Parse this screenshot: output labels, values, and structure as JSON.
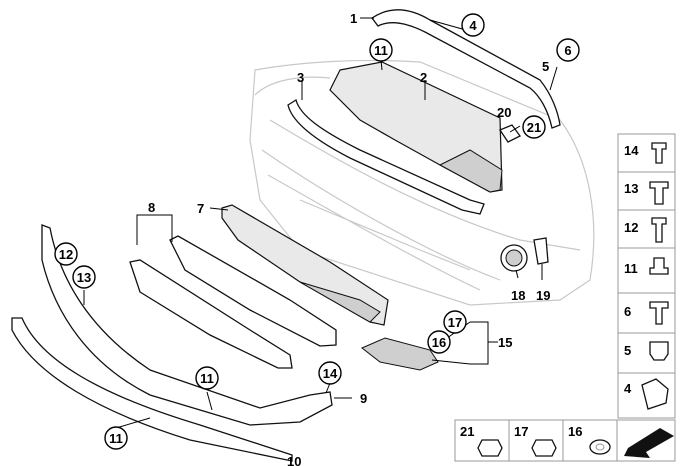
{
  "diagram": {
    "callouts": {
      "c1": "1",
      "c2": "2",
      "c3": "3",
      "c4": "4",
      "c5": "5",
      "c6": "6",
      "c7": "7",
      "c8": "8",
      "c9": "9",
      "c10": "10",
      "c11a": "11",
      "c11b": "11",
      "c11c": "11",
      "c12": "12",
      "c13": "13",
      "c14": "14",
      "c15": "15",
      "c16": "16",
      "c17": "17",
      "c18": "18",
      "c19": "19",
      "c20": "20",
      "c21": "21"
    },
    "side_panel": [
      "14",
      "13",
      "12",
      "11",
      "6",
      "5",
      "4"
    ],
    "bottom_panel": [
      "21",
      "17",
      "16"
    ]
  }
}
